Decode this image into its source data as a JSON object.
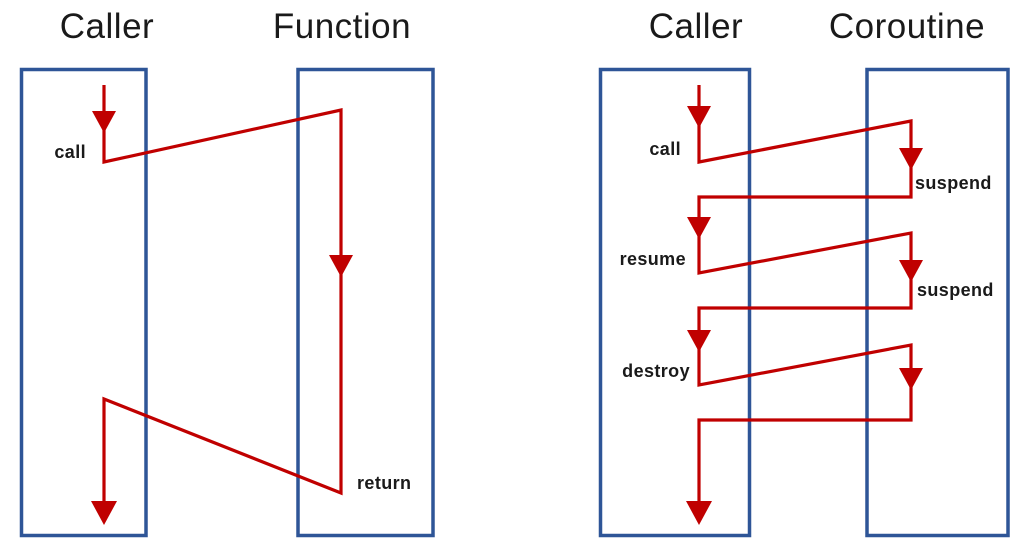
{
  "colors": {
    "background": "#ffffff",
    "box_border": "#2e5597",
    "flow_arrow": "#c00000",
    "text": "#1a1a1a"
  },
  "left_diagram": {
    "name": "function-call-flow",
    "caller_title": "Caller",
    "callee_title": "Function",
    "labels": {
      "call": "call",
      "return": "return"
    }
  },
  "right_diagram": {
    "name": "coroutine-flow",
    "caller_title": "Caller",
    "callee_title": "Coroutine",
    "labels": {
      "call": "call",
      "suspend1": "suspend",
      "resume": "resume",
      "suspend2": "suspend",
      "destroy": "destroy"
    }
  }
}
